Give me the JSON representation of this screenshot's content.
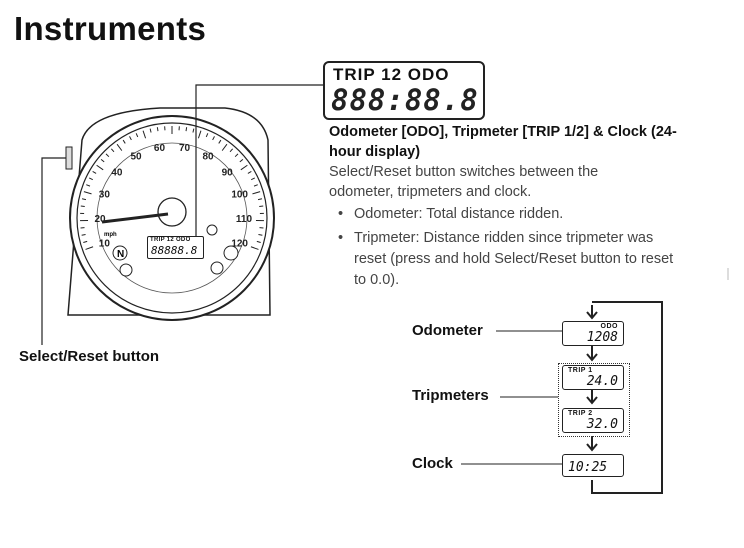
{
  "title": "Instruments",
  "lcd": {
    "labels": "TRIP 12 ODO",
    "digits": "888:88.8"
  },
  "heading": "Odometer [ODO], Tripmeter [TRIP 1/2] & Clock (24-hour display)",
  "description": "Select/Reset button switches between the odometer, tripmeters and clock.",
  "bullets": [
    "Odometer: Total distance ridden.",
    "Tripmeter: Distance ridden since tripmeter was reset (press and hold Select/Reset button to reset to 0.0)."
  ],
  "bullet_glyph": "•",
  "select_reset_label": "Select/Reset button",
  "flow": {
    "odometer_label": "Odometer",
    "tripmeters_label": "Tripmeters",
    "clock_label": "Clock",
    "odo_tag": "ODO",
    "odo_value": "1208",
    "trip1_tag": "TRIP 1",
    "trip1_value": "24.0",
    "trip2_tag": "TRIP 2",
    "trip2_value": "32.0",
    "clock_value": "10:25"
  },
  "gauge": {
    "speed_labels": [
      "10",
      "20",
      "30",
      "40",
      "50",
      "60",
      "70",
      "80",
      "90",
      "100",
      "110",
      "120"
    ],
    "unit_label": "mph",
    "lcd_labels": "TRIP 12 ODO",
    "lcd_digits": "88888.8",
    "neutral_indicator": "N"
  }
}
